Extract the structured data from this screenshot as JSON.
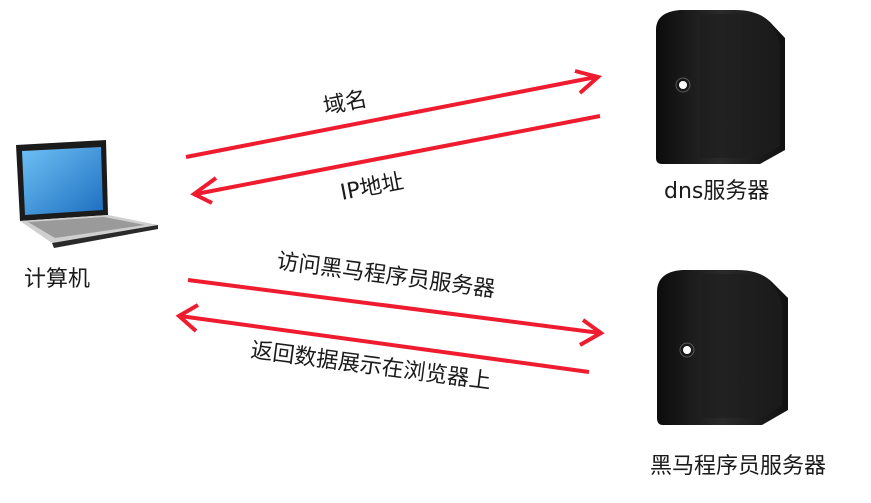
{
  "nodes": {
    "computer": {
      "label": "计算机",
      "icon": "laptop-icon"
    },
    "dns_server": {
      "label": "dns服务器",
      "icon": "server-tower-icon"
    },
    "web_server": {
      "label": "黑马程序员服务器",
      "icon": "server-tower-icon"
    }
  },
  "arrows": {
    "domain_request": {
      "label": "域名"
    },
    "ip_response": {
      "label": "IP地址"
    },
    "visit_request": {
      "label": "访问黑马程序员服务器"
    },
    "data_response": {
      "label": "返回数据展示在浏览器上"
    }
  },
  "colors": {
    "arrow": "#ee1c2e",
    "server_body": "#141414",
    "laptop_screen": "#2a8ad8"
  }
}
